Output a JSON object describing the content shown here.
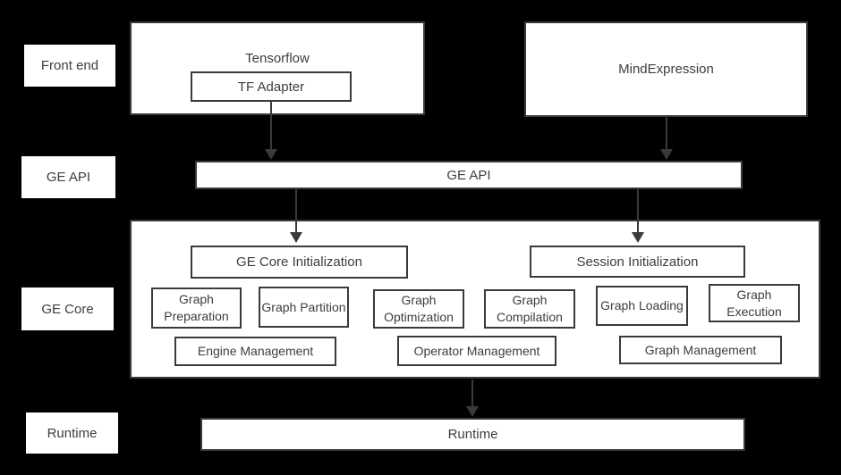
{
  "colors": {
    "background": "#000000",
    "box_bg": "#ffffff",
    "border": "#3a3a3a",
    "text": "#3d3d3d",
    "arrow": "#3a3a3a"
  },
  "side_labels": [
    {
      "label": "Front end"
    },
    {
      "label": "GE API"
    },
    {
      "label": "GE Core"
    },
    {
      "label": "Runtime"
    }
  ],
  "front_end": {
    "tensorflow_label": "Tensorflow",
    "tf_adapter_label": "TF Adapter",
    "mind_expression_label": "MindExpression"
  },
  "ge_api": {
    "label": "GE API"
  },
  "ge_core": {
    "init": [
      {
        "label": "GE Core Initialization"
      },
      {
        "label": "Session Initialization"
      }
    ],
    "functions": [
      {
        "label": "Graph Preparation"
      },
      {
        "label": "Graph Partition"
      },
      {
        "label": "Graph Optimization"
      },
      {
        "label": "Graph Compilation"
      },
      {
        "label": "Graph Loading"
      },
      {
        "label": "Graph Execution"
      }
    ],
    "management": [
      {
        "label": "Engine Management"
      },
      {
        "label": "Operator Management"
      },
      {
        "label": "Graph Management"
      }
    ]
  },
  "runtime": {
    "label": "Runtime"
  }
}
